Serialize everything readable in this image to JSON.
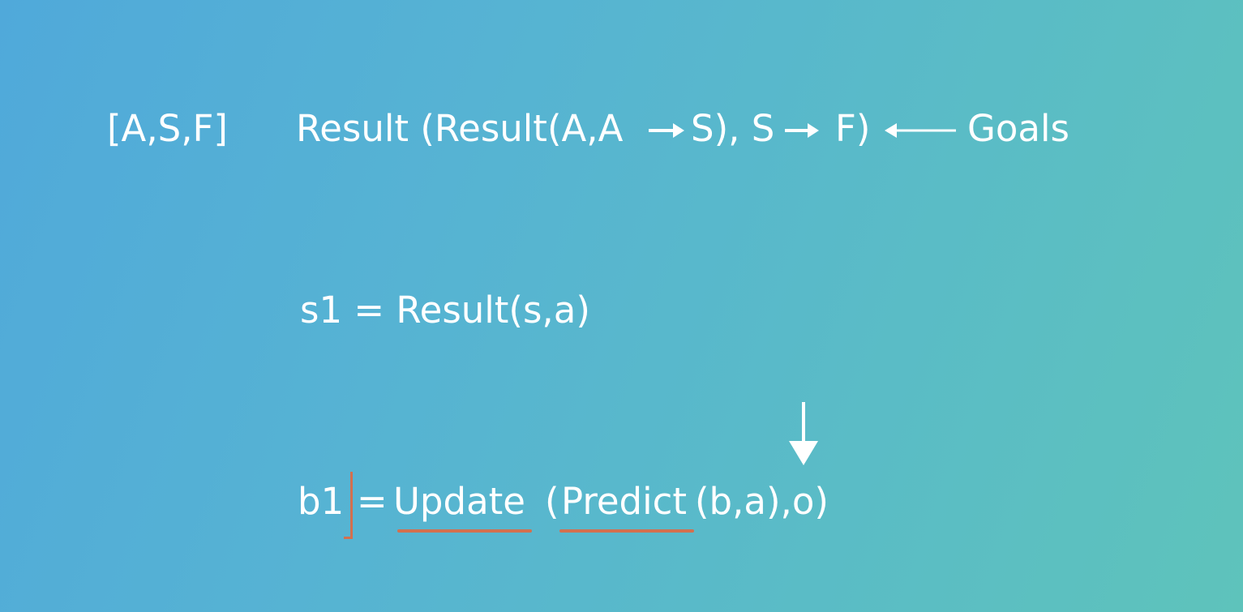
{
  "line1": {
    "bracket_term": "[A,S,F]",
    "result_expr": "Result (Result(A,A",
    "after_arrow1": "S), S",
    "after_arrow2": "F)",
    "goals_label": "Goals"
  },
  "line2": {
    "expr": "s1 = Result(s,a)"
  },
  "line3": {
    "b1": "b1",
    "equals": "=",
    "update": "Update",
    "open_paren": "(",
    "predict": "Predict",
    "rest": "(b,a),o)"
  },
  "colors": {
    "text": "#ffffff",
    "annotation": "#d3704f"
  },
  "icons": [
    "right-arrow-icon",
    "left-arrow-icon",
    "down-arrow-icon"
  ]
}
